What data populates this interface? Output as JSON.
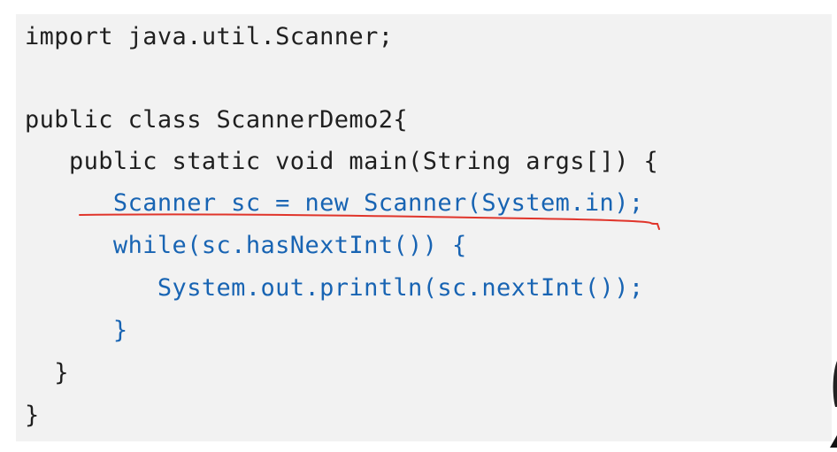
{
  "code": {
    "lines": [
      {
        "text": "import java.util.Scanner;",
        "style": "plain"
      },
      {
        "text": "",
        "style": "plain"
      },
      {
        "text": "public class ScannerDemo2{",
        "style": "plain"
      },
      {
        "text": "   public static void main(String args[]) {",
        "style": "plain"
      },
      {
        "text": "      Scanner sc = new Scanner(System.in);",
        "style": "accent"
      },
      {
        "text": "      while(sc.hasNextInt()) {",
        "style": "accent"
      },
      {
        "text": "         System.out.println(sc.nextInt());",
        "style": "accent"
      },
      {
        "text": "      }",
        "style": "accent"
      },
      {
        "text": "  }",
        "style": "plain"
      },
      {
        "text": "}",
        "style": "plain"
      }
    ]
  },
  "colors": {
    "panel_background": "#f2f2f2",
    "plain_text": "#1f1f1f",
    "accent_text": "#1864b3",
    "annotation_underline": "#e0352b"
  }
}
